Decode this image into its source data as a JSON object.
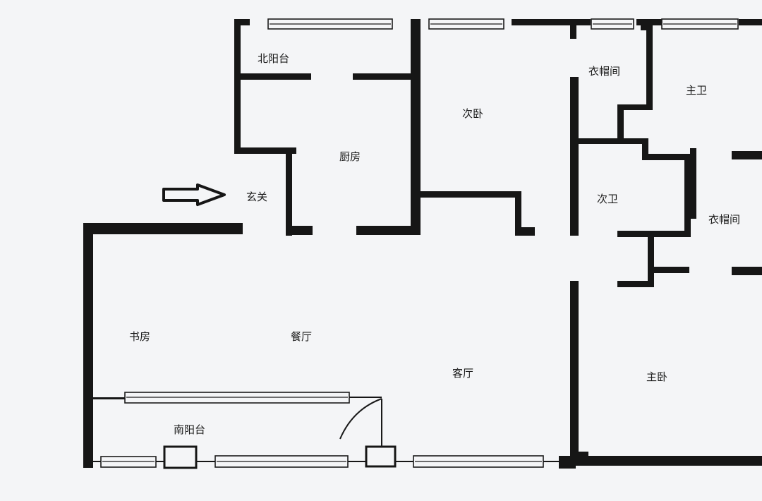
{
  "rooms": {
    "north_balcony": "北阳台",
    "kitchen": "厨房",
    "entrance": "玄关",
    "second_bedroom": "次卧",
    "cloakroom_top": "衣帽间",
    "master_bath": "主卫",
    "second_bath": "次卫",
    "cloakroom_right": "衣帽间",
    "study": "书房",
    "dining_room": "餐厅",
    "living_room": "客厅",
    "master_bedroom": "主卧",
    "south_balcony": "南阳台"
  },
  "colors": {
    "wall": "#161616",
    "background": "#f4f5f7"
  },
  "icons": {
    "entry_marker": "entry-arrow-icon"
  }
}
